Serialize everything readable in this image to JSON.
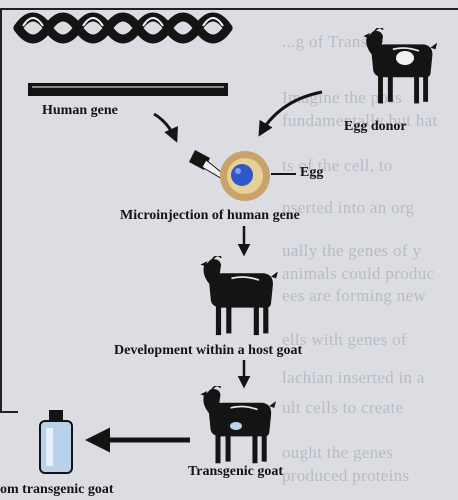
{
  "background_text": [
    "...g of Transge",
    "Imagine the poss",
    "fundamentally but hat",
    "ts of the cell, to",
    "nserted into an org",
    "ually the genes of y",
    "animals could produc",
    "ees are forming new",
    "ells with genes of",
    "lachian inserted in a",
    "ult cells to create",
    "ought the genes",
    "produced proteins"
  ],
  "labels": {
    "human_gene": "Human gene",
    "egg_donor": "Egg donor",
    "egg": "Egg",
    "microinjection": "Microinjection of human gene",
    "development": "Development within a host goat",
    "transgenic_goat": "Transgenic goat",
    "from_transgenic_goat": "om transgenic goat"
  },
  "colors": {
    "ink": "#141414",
    "egg_nucleus": "#2e58c8",
    "egg_cytoplasm": "#c9a36a",
    "bottle": "#b8d2ea"
  }
}
